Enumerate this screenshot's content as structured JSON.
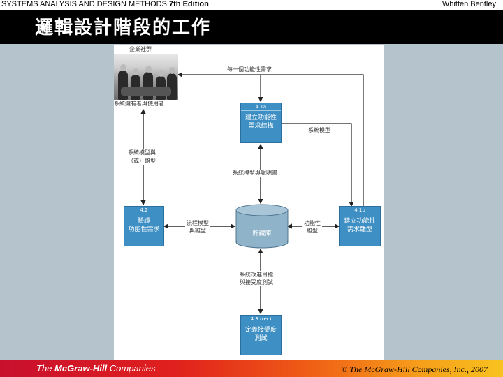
{
  "header": {
    "book_title": "SYSTEMS ANALYSIS AND DESIGN METHODS",
    "edition": "7th Edition",
    "authors": "Whitten   Bentley"
  },
  "slide": {
    "title": "邏輯設計階段的工作"
  },
  "diagram": {
    "enterprise_label": "企業社群",
    "owners_users_label": "系統擁有者與使用者",
    "model_review_label": "系統模型與\n（或）雛型",
    "each_requirement_label": "每一個功能性需求",
    "system_model_label": "系統模型",
    "model_docs_label": "系統模型與說明書",
    "process_label": "流程模型\n與雛型",
    "functional_proto_label": "功能性\n雛型",
    "improvement_label": "系統改進目標\n與接受度測試",
    "repository_label": "貯藏庫",
    "boxes": {
      "b41a": {
        "num": "4.1a",
        "text": "建立功能性\n需求結構"
      },
      "b42": {
        "num": "4.2",
        "text": "驗證\n功能性需求"
      },
      "b41b": {
        "num": "4.1b",
        "text": "建立功能性\n需求雛型"
      },
      "b43": {
        "num": "4.3 (rec)",
        "text": "定義接受度\n測試"
      }
    },
    "colors": {
      "box": "#3d8fc4",
      "repository": "#8fb3c9"
    }
  },
  "footer": {
    "brand_prefix": "The ",
    "brand_name": "McGraw-Hill",
    "brand_suffix": " Companies",
    "copyright": "© The McGraw-Hill Companies, Inc., 2007"
  }
}
